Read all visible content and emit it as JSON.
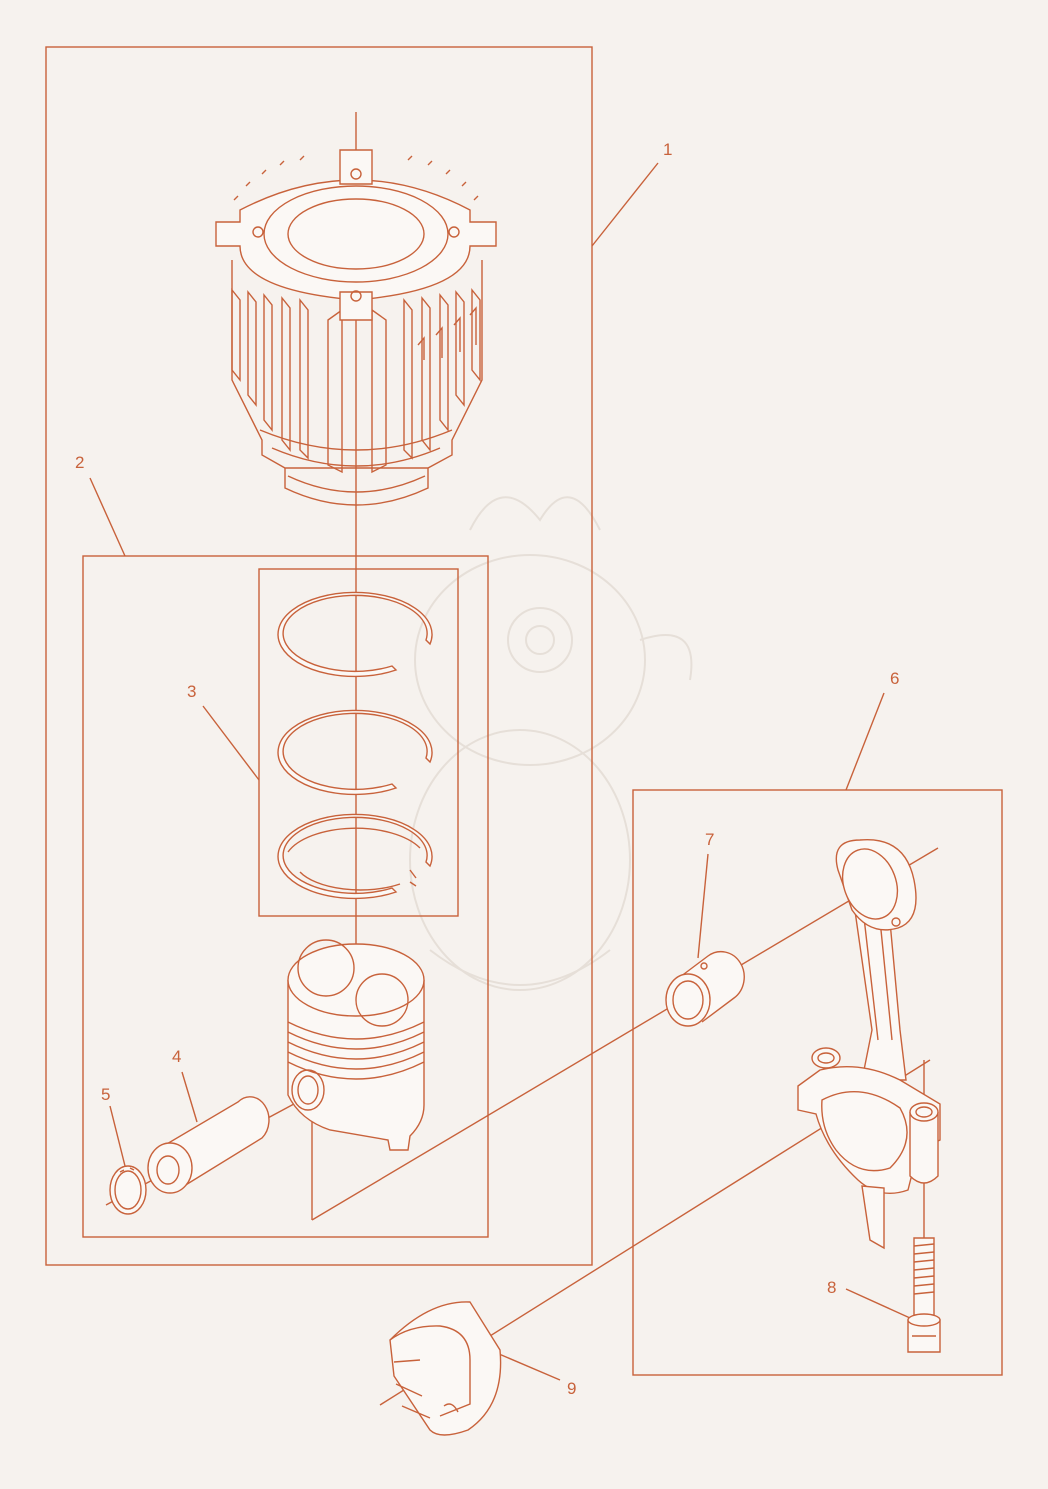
{
  "colors": {
    "background": "#f6f2ee",
    "line": "#c8623b",
    "fill": "#fbf8f5",
    "watermark": "#e6dfd8"
  },
  "callouts": {
    "c1": "1",
    "c2": "2",
    "c3": "3",
    "c4": "4",
    "c5": "5",
    "c6": "6",
    "c7": "7",
    "c8": "8",
    "c9": "9"
  },
  "parts": {
    "p1": "cylinder",
    "p2": "piston-assembly",
    "p3": "piston-rings",
    "p4": "piston-pin",
    "p5": "circlip",
    "p6": "connecting-rod-assembly",
    "p7": "small-end-bushing",
    "p8": "rod-bolt",
    "p9": "big-end-bearing-shell"
  }
}
